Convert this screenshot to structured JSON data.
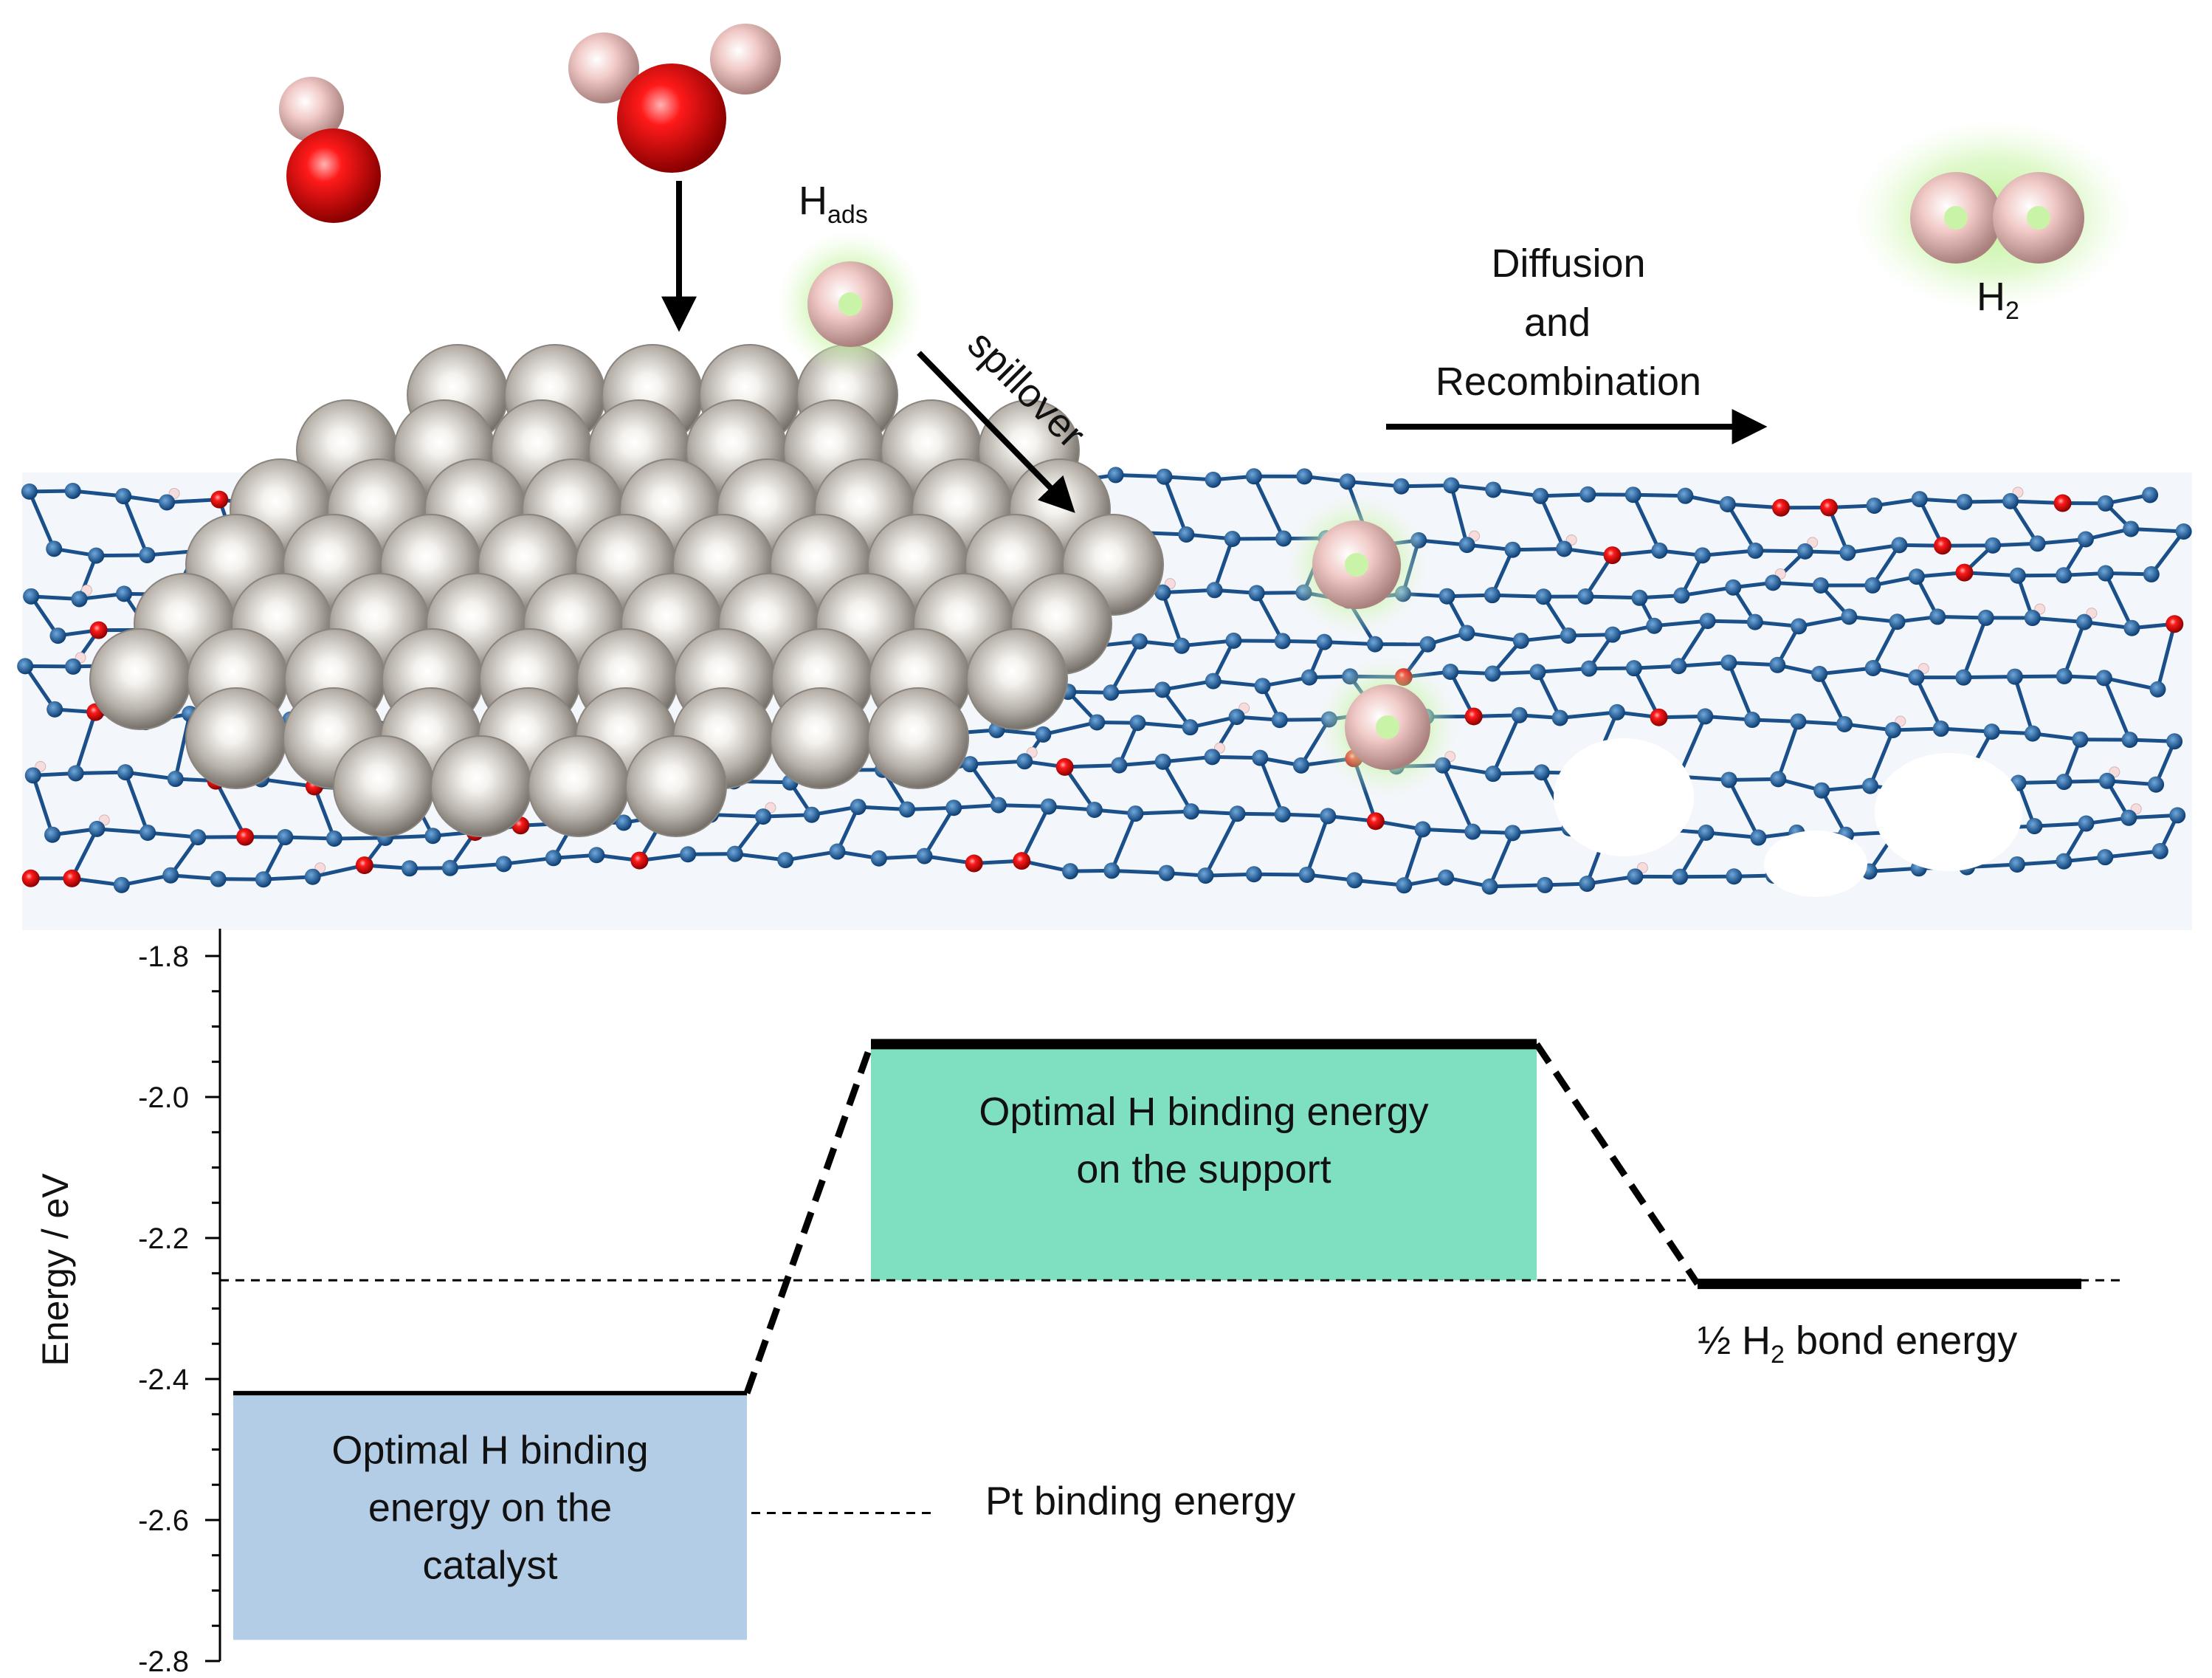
{
  "illustration": {
    "h_ads_label": "H",
    "h_ads_sub": "ads",
    "spillover_label": "spillover",
    "diffusion_line1": "Diffusion",
    "diffusion_line2": "and",
    "diffusion_line3": "Recombination",
    "h2_label": "H",
    "h2_sub": "2"
  },
  "chart_data": {
    "type": "energy-diagram",
    "ylabel": "Energy / eV",
    "ylim": [
      -2.8,
      -1.8
    ],
    "yticks": [
      "-1.8",
      "-2.0",
      "-2.2",
      "-2.4",
      "-2.6",
      "-2.8"
    ],
    "levels": [
      {
        "label_lines": [
          "Optimal H binding",
          "energy on the",
          "catalyst"
        ],
        "value": -2.42,
        "box_bottom": -2.77,
        "color": "#b3cde6"
      },
      {
        "label_lines": [
          "Optimal H binding energy",
          "on the support"
        ],
        "value": -1.925,
        "box_bottom": -2.26,
        "color": "#7fe0c1"
      },
      {
        "label_html": "½ H",
        "label_sub": "2",
        "label_rest": " bond energy",
        "value": -2.265
      }
    ],
    "reference_lines": [
      {
        "label": "Pt binding energy",
        "value": -2.59
      },
      {
        "label": "",
        "value": -2.26
      }
    ],
    "colors": {
      "catalyst_box": "#b3cde6",
      "support_box": "#7fe0c1",
      "line": "#000000"
    }
  }
}
